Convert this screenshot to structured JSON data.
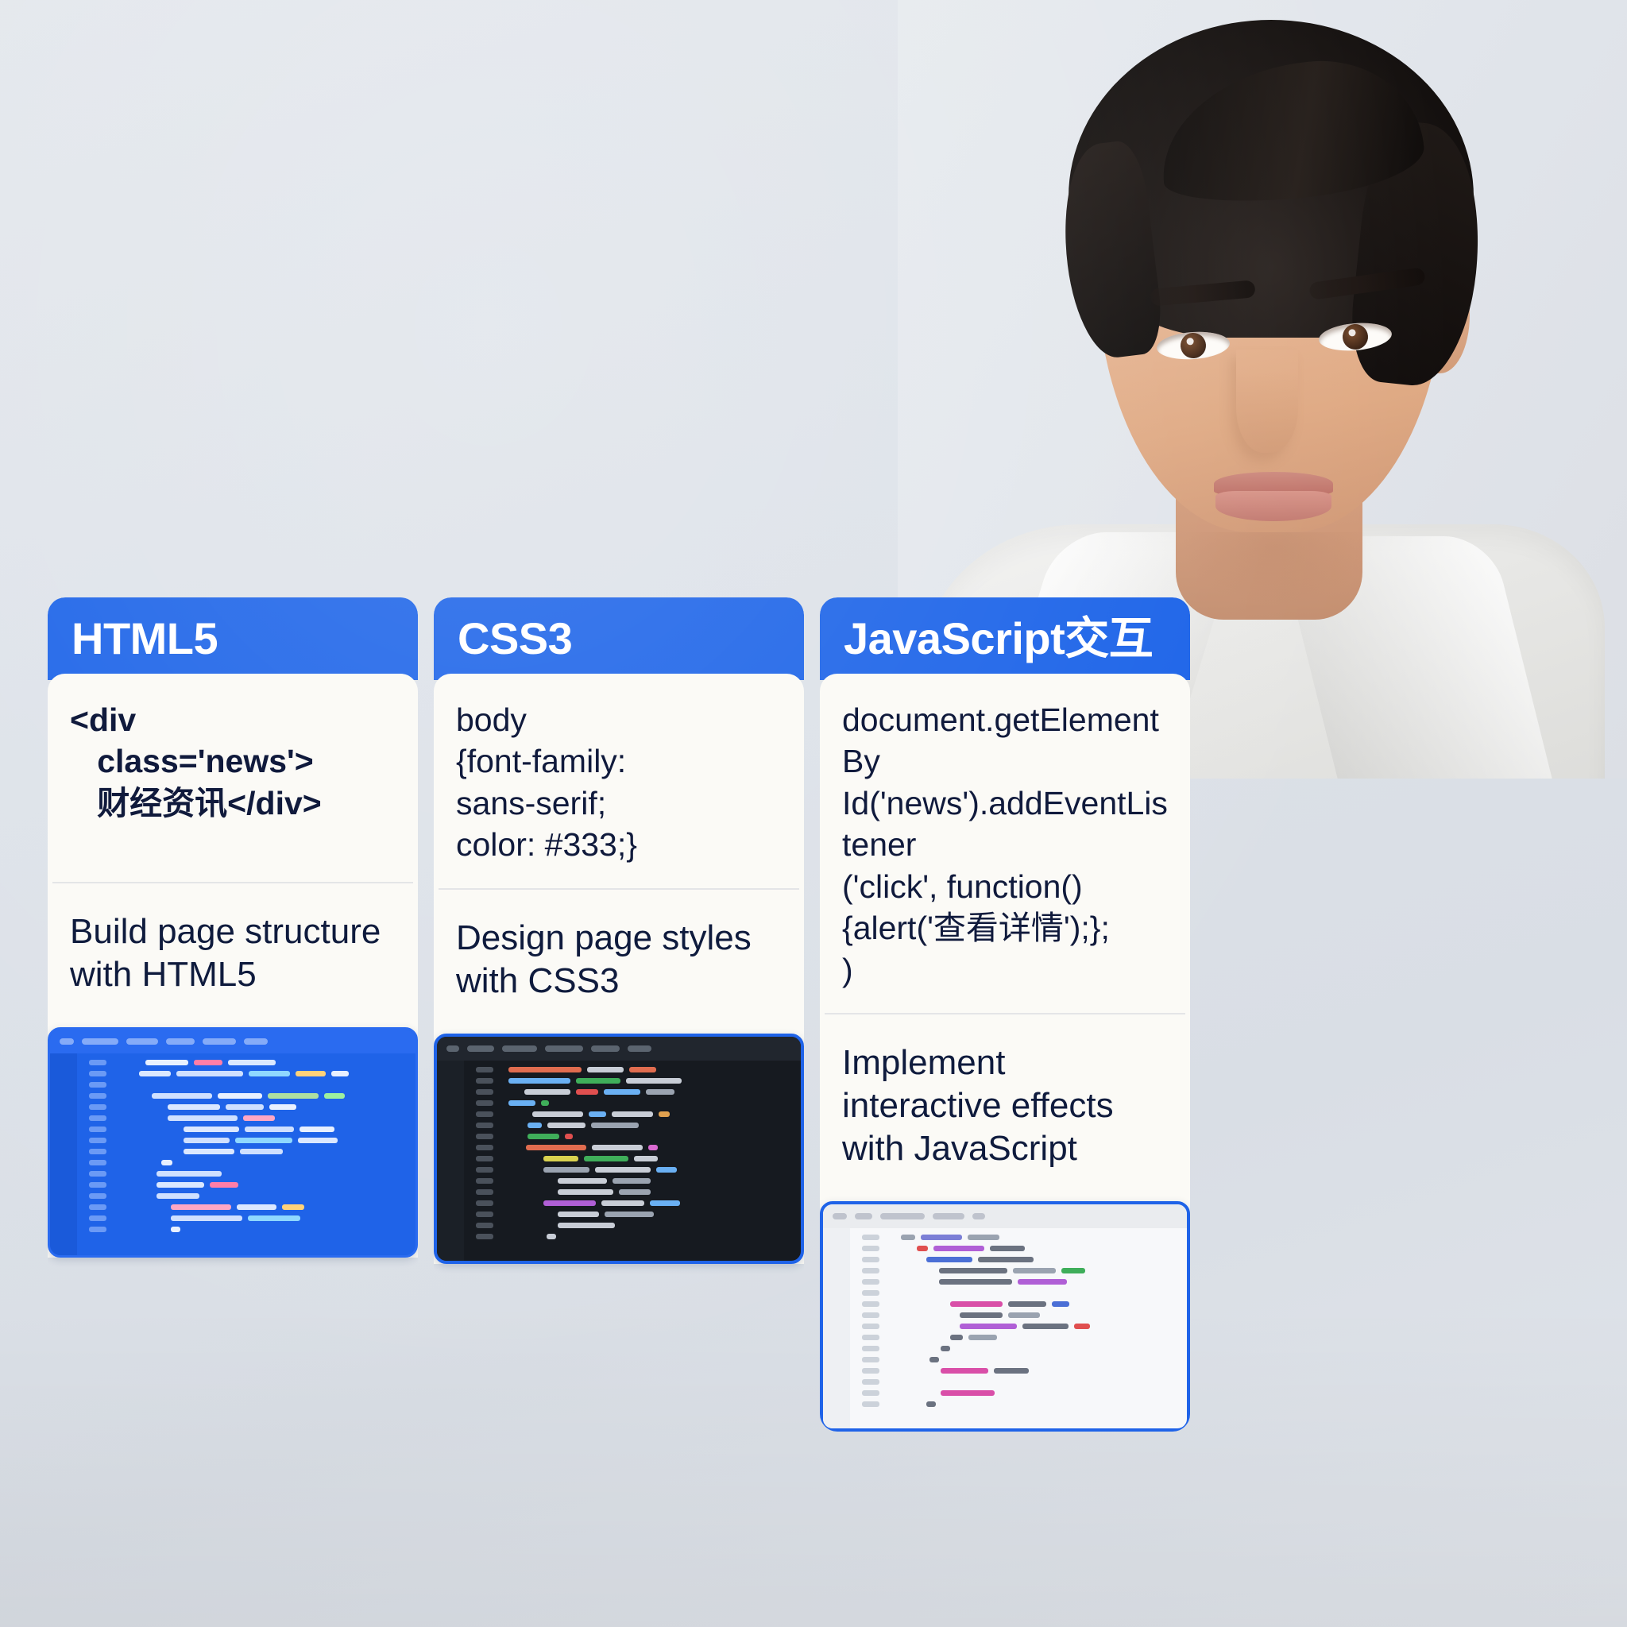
{
  "photo": {
    "alt_name": "person-portrait",
    "description": "Man with dark hair wearing a light collared shirt"
  },
  "cards": [
    {
      "title": "HTML5",
      "code": "<div\n   class='news'>\n   财经资讯</div>",
      "code_bold": true,
      "description": "Build page structure with HTML5",
      "thumbnail_theme": "blue",
      "thumbnail_name": "html5-code-editor-thumbnail"
    },
    {
      "title": "CSS3",
      "code": "body\n{font-family:\nsans-serif;\ncolor: #333;}",
      "code_bold": false,
      "description": "Design page styles with CSS3",
      "thumbnail_theme": "dark",
      "thumbnail_name": "css3-code-editor-thumbnail"
    },
    {
      "title": "JavaScript交互",
      "code": "document.getElementBy\nId('news').addEventListener\n('click', function()\n{alert('查看详情');};\n)",
      "code_bold": false,
      "description": "Implement interactive effects with JavaScript",
      "thumbnail_theme": "light",
      "thumbnail_name": "javascript-code-editor-thumbnail"
    }
  ],
  "colors": {
    "accent_blue": "#1a62e8",
    "background": "#dde2e9",
    "card_body": "#fbfaf6",
    "text_dark": "#101a3c",
    "divider": "#e4e5e7"
  }
}
